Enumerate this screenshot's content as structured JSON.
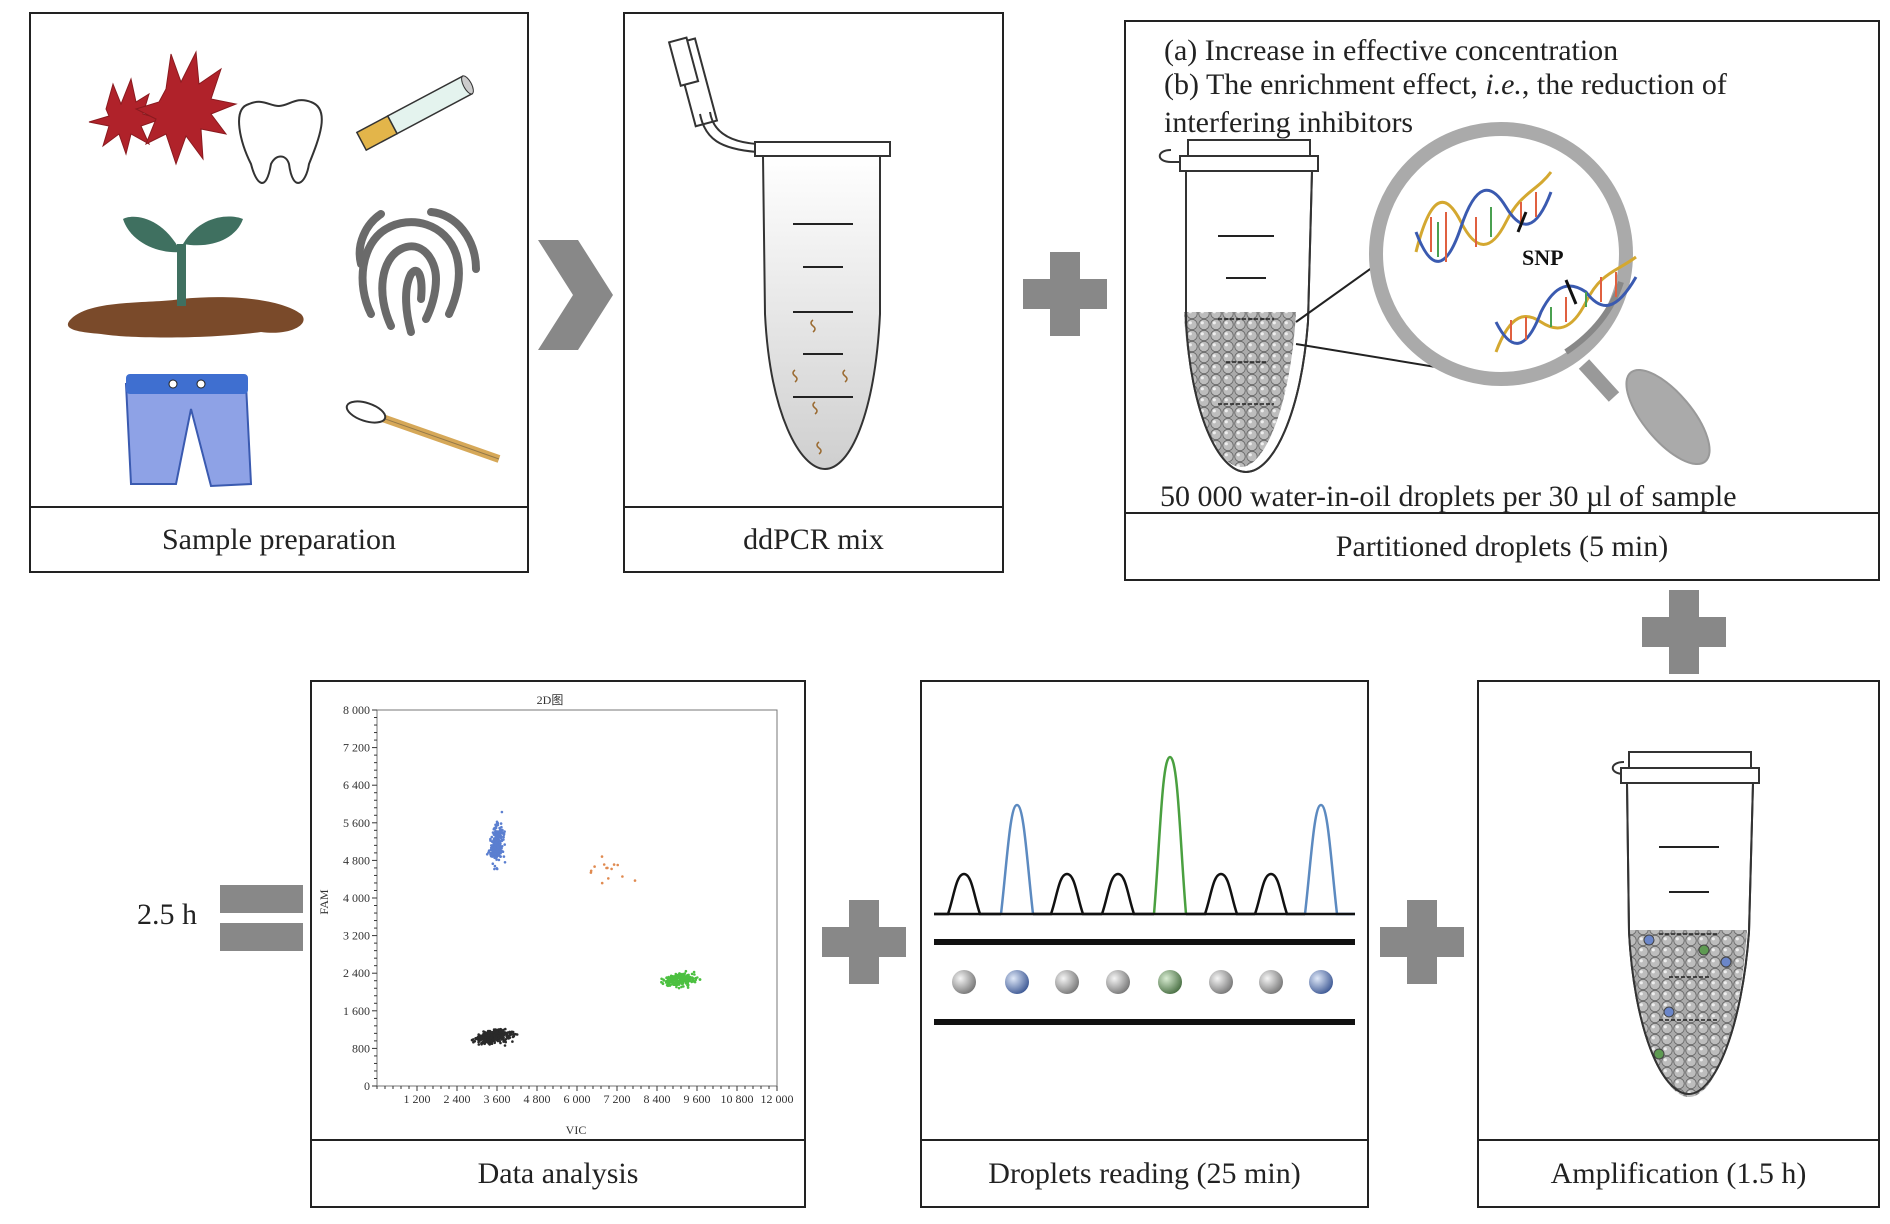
{
  "panels": {
    "sample_preparation": "Sample preparation",
    "ddpcr_mix": "ddPCR mix",
    "partitioned_droplets": "Partitioned droplets (5 min)",
    "amplification": "Amplification (1.5 h)",
    "droplets_reading": "Droplets reading (25 min)",
    "data_analysis": "Data analysis"
  },
  "partition_text": {
    "line_a": "(a) Increase in effective concentration",
    "line_b_pre": "(b) The enrichment effect, ",
    "line_b_italic": "i.e.",
    "line_b_post": ", the reduction of",
    "line_c": "interfering inhibitors",
    "snp": "SNP",
    "droplet_count": "50 000 water-in-oil droplets per 30 µl of sample"
  },
  "total_time": "2.5 h",
  "colors": {
    "arrow": "#888888",
    "fam": "#5b7fd0",
    "vic": "#4cc040",
    "neg": "#2a2a2a",
    "double": "#e08a50"
  },
  "chart_data": {
    "type": "scatter",
    "title": "2D图",
    "xlabel": "VIC",
    "ylabel": "FAM",
    "xlim": [
      0,
      12000
    ],
    "ylim": [
      0,
      8000
    ],
    "xticks": [
      "1 200",
      "2 400",
      "3 600",
      "4 800",
      "6 000",
      "7 200",
      "8 400",
      "9 600",
      "10 800",
      "12 000"
    ],
    "yticks": [
      "0",
      "800",
      "1 600",
      "2 400",
      "3 200",
      "4 000",
      "4 800",
      "5 600",
      "6 400",
      "7 200",
      "8 000"
    ],
    "series": [
      {
        "cluster": "negative",
        "center": [
          3500,
          1050
        ],
        "count": 400
      },
      {
        "cluster": "FAM positive",
        "center": [
          3600,
          5150
        ],
        "count": 260
      },
      {
        "cluster": "VIC positive",
        "center": [
          9100,
          2270
        ],
        "count": 260
      },
      {
        "cluster": "double positive",
        "center": [
          7000,
          4600
        ],
        "count": 14
      }
    ]
  }
}
